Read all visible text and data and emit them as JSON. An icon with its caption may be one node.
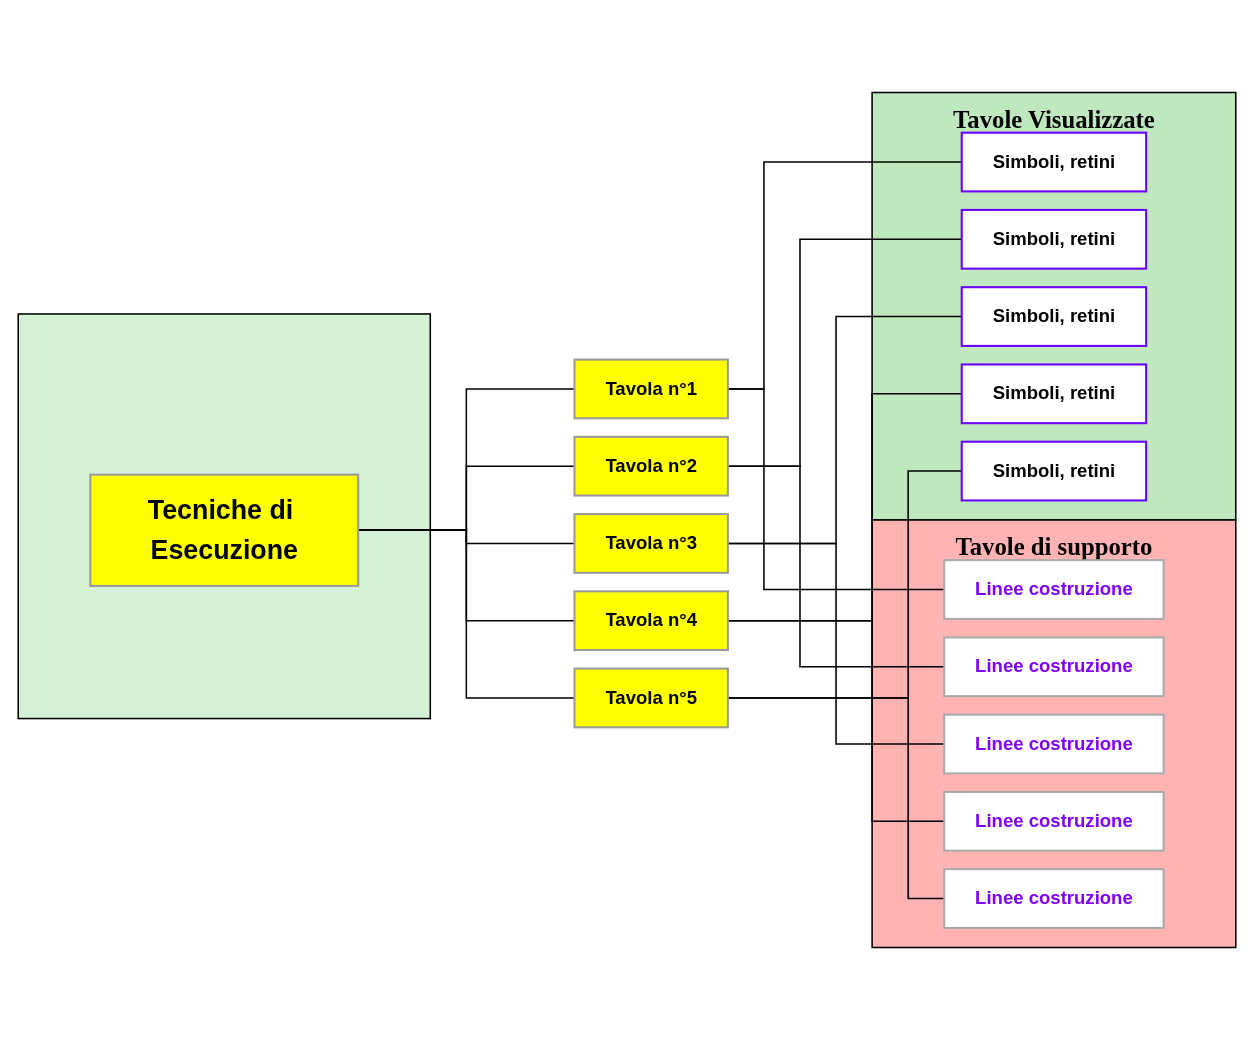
{
  "diagram": {
    "nodes": [
      {
        "text": [],
        "shape": "box"
      },
      {
        "text": [
          "Tecniche di Esecuzione"
        ],
        "in": 0
      },
      {
        "text": [
          "Tavole di supporto"
        ]
      },
      {
        "text": [
          "Tavole Visualizzate"
        ]
      },
      {
        "text": [
          "Tavola n°1"
        ]
      },
      {
        "text": [
          "Linee costruzione"
        ],
        "in": 2
      },
      {
        "text": [
          "Simboli, retini"
        ],
        "in": 3
      },
      {
        "text": [
          "Tavola n°2"
        ]
      },
      {
        "text": [
          "Linee costruzione"
        ],
        "in": 2
      },
      {
        "text": [
          "Simboli, retini"
        ],
        "in": 3
      },
      {
        "text": [
          "Tavola n°3"
        ]
      },
      {
        "text": [
          "Linee costruzione"
        ],
        "in": 2
      },
      {
        "text": [
          "Simboli, retini"
        ],
        "in": 3
      },
      {
        "text": [
          "Tavola n°4"
        ]
      },
      {
        "text": [
          "Linee costruzione"
        ],
        "in": 2
      },
      {
        "text": [
          "Simboli, retini"
        ],
        "in": 3
      },
      {
        "text": [
          "Tavola n°5"
        ]
      },
      {
        "text": [
          "Linee costruzione"
        ],
        "in": 2
      },
      {
        "text": [
          "Simboli, retini"
        ],
        "in": 3
      }
    ],
    "edges": [
      {
        "from": 1,
        "to": 4,
        "arrow": "none"
      },
      {
        "from": 1,
        "to": 7,
        "arrow": "none"
      },
      {
        "from": 1,
        "to": 10,
        "arrow": "none"
      },
      {
        "from": 1,
        "to": 13,
        "arrow": "none"
      },
      {
        "from": 1,
        "to": 16,
        "arrow": "none"
      },
      {
        "from": 4,
        "to": 5,
        "arrow": "none"
      },
      {
        "from": 4,
        "to": 6,
        "arrow": "none"
      },
      {
        "from": 7,
        "to": 8,
        "arrow": "none"
      },
      {
        "from": 7,
        "to": 9,
        "arrow": "none"
      },
      {
        "from": 10,
        "to": 11,
        "arrow": "none"
      },
      {
        "from": 10,
        "to": 12,
        "arrow": "none"
      },
      {
        "from": 13,
        "to": 14,
        "arrow": "none"
      },
      {
        "from": 13,
        "to": 15,
        "arrow": "none"
      },
      {
        "from": 16,
        "to": 17,
        "arrow": "none"
      },
      {
        "from": 16,
        "to": 18,
        "arrow": "none"
      }
    ]
  }
}
